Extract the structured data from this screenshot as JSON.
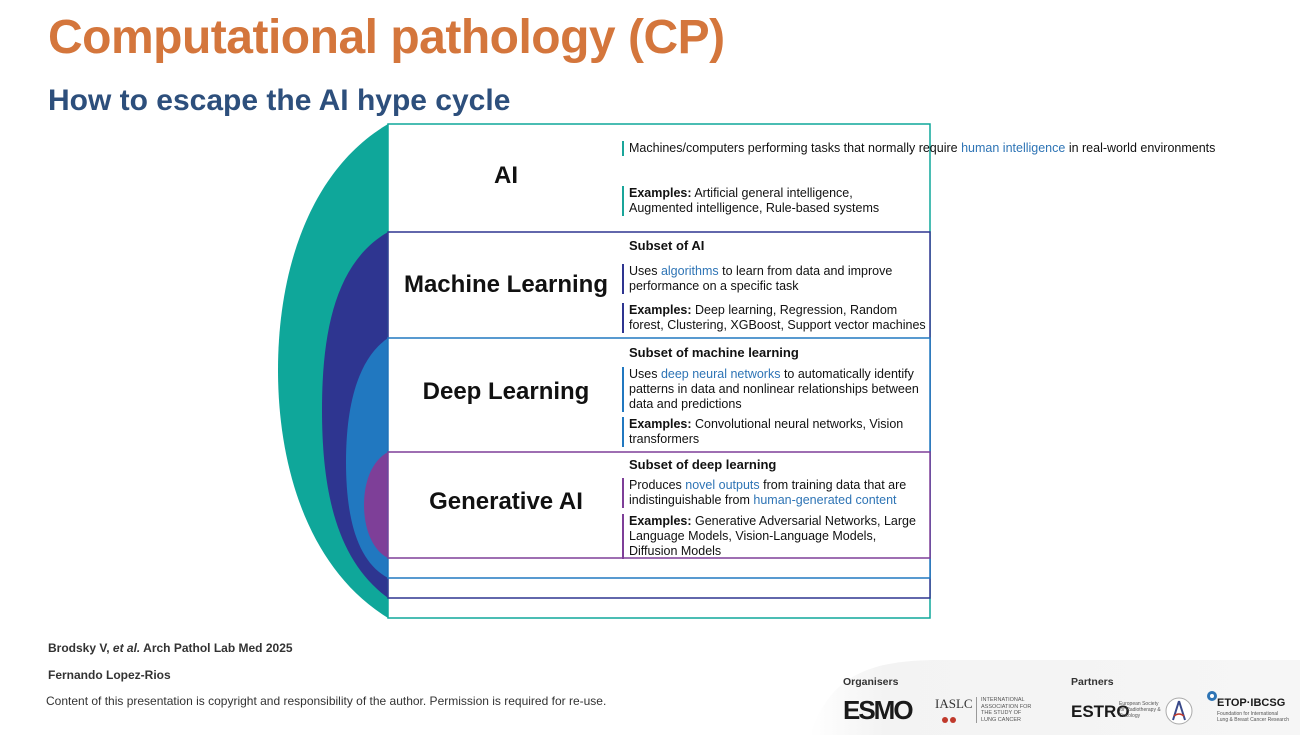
{
  "slide": {
    "title": "Computational pathology (CP)",
    "subtitle": "How to escape the AI hype cycle"
  },
  "layers": [
    {
      "label": "AI",
      "subset": "",
      "desc_pre": "Machines/computers performing tasks that normally require ",
      "desc_hl": "human intelligence",
      "desc_post": " in real-world environments",
      "examples_label": "Examples:",
      "examples_text": " Artificial general intelligence, Augmented intelligence, Rule-based systems",
      "color": "#0fa79a"
    },
    {
      "label": "Machine Learning",
      "subset": "Subset of AI",
      "desc_pre": "Uses ",
      "desc_hl": "algorithms",
      "desc_post": " to learn from data and improve performance on a specific task",
      "examples_label": "Examples:",
      "examples_text": " Deep learning, Regression, Random forest, Clustering, XGBoost, Support vector machines",
      "color": "#2e3590"
    },
    {
      "label": "Deep Learning",
      "subset": "Subset of machine learning",
      "desc_pre": "Uses ",
      "desc_hl": "deep neural networks",
      "desc_post": " to automatically identify patterns in data and nonlinear relationships between data and predictions",
      "examples_label": "Examples:",
      "examples_text": " Convolutional neural networks, Vision transformers",
      "color": "#2178c0"
    },
    {
      "label": "Generative AI",
      "subset": "Subset of deep learning",
      "desc_pre": "Produces ",
      "desc_hl": "novel outputs",
      "desc_mid": " from training data that are indistinguishable from ",
      "desc_hl2": "human-generated content",
      "examples_label": "Examples:",
      "examples_text": " Generative Adversarial Networks, Large Language Models, Vision-Language Models, Diffusion Models",
      "color": "#7e3f98"
    }
  ],
  "footer": {
    "ref_author": "Brodsky V, ",
    "ref_etal": "et al.",
    "ref_journal": " Arch Pathol Lab Med 2025",
    "presenter": "Fernando Lopez-Rios",
    "copyright": "Content of this presentation is copyright and responsibility of the author. Permission is required for re-use.",
    "organisers_label": "Organisers",
    "partners_label": "Partners",
    "esmo": "ESMO",
    "iaslc": "IASLC",
    "iaslc_sub": "INTERNATIONAL ASSOCIATION FOR THE STUDY OF LUNG CANCER",
    "estro": "ESTRO",
    "estro_sub": "European Society for Radiotherapy & Oncology",
    "etop": "ETOP·IBCSG",
    "etop_sub": "Foundation for International Lung & Breast Cancer Research"
  }
}
